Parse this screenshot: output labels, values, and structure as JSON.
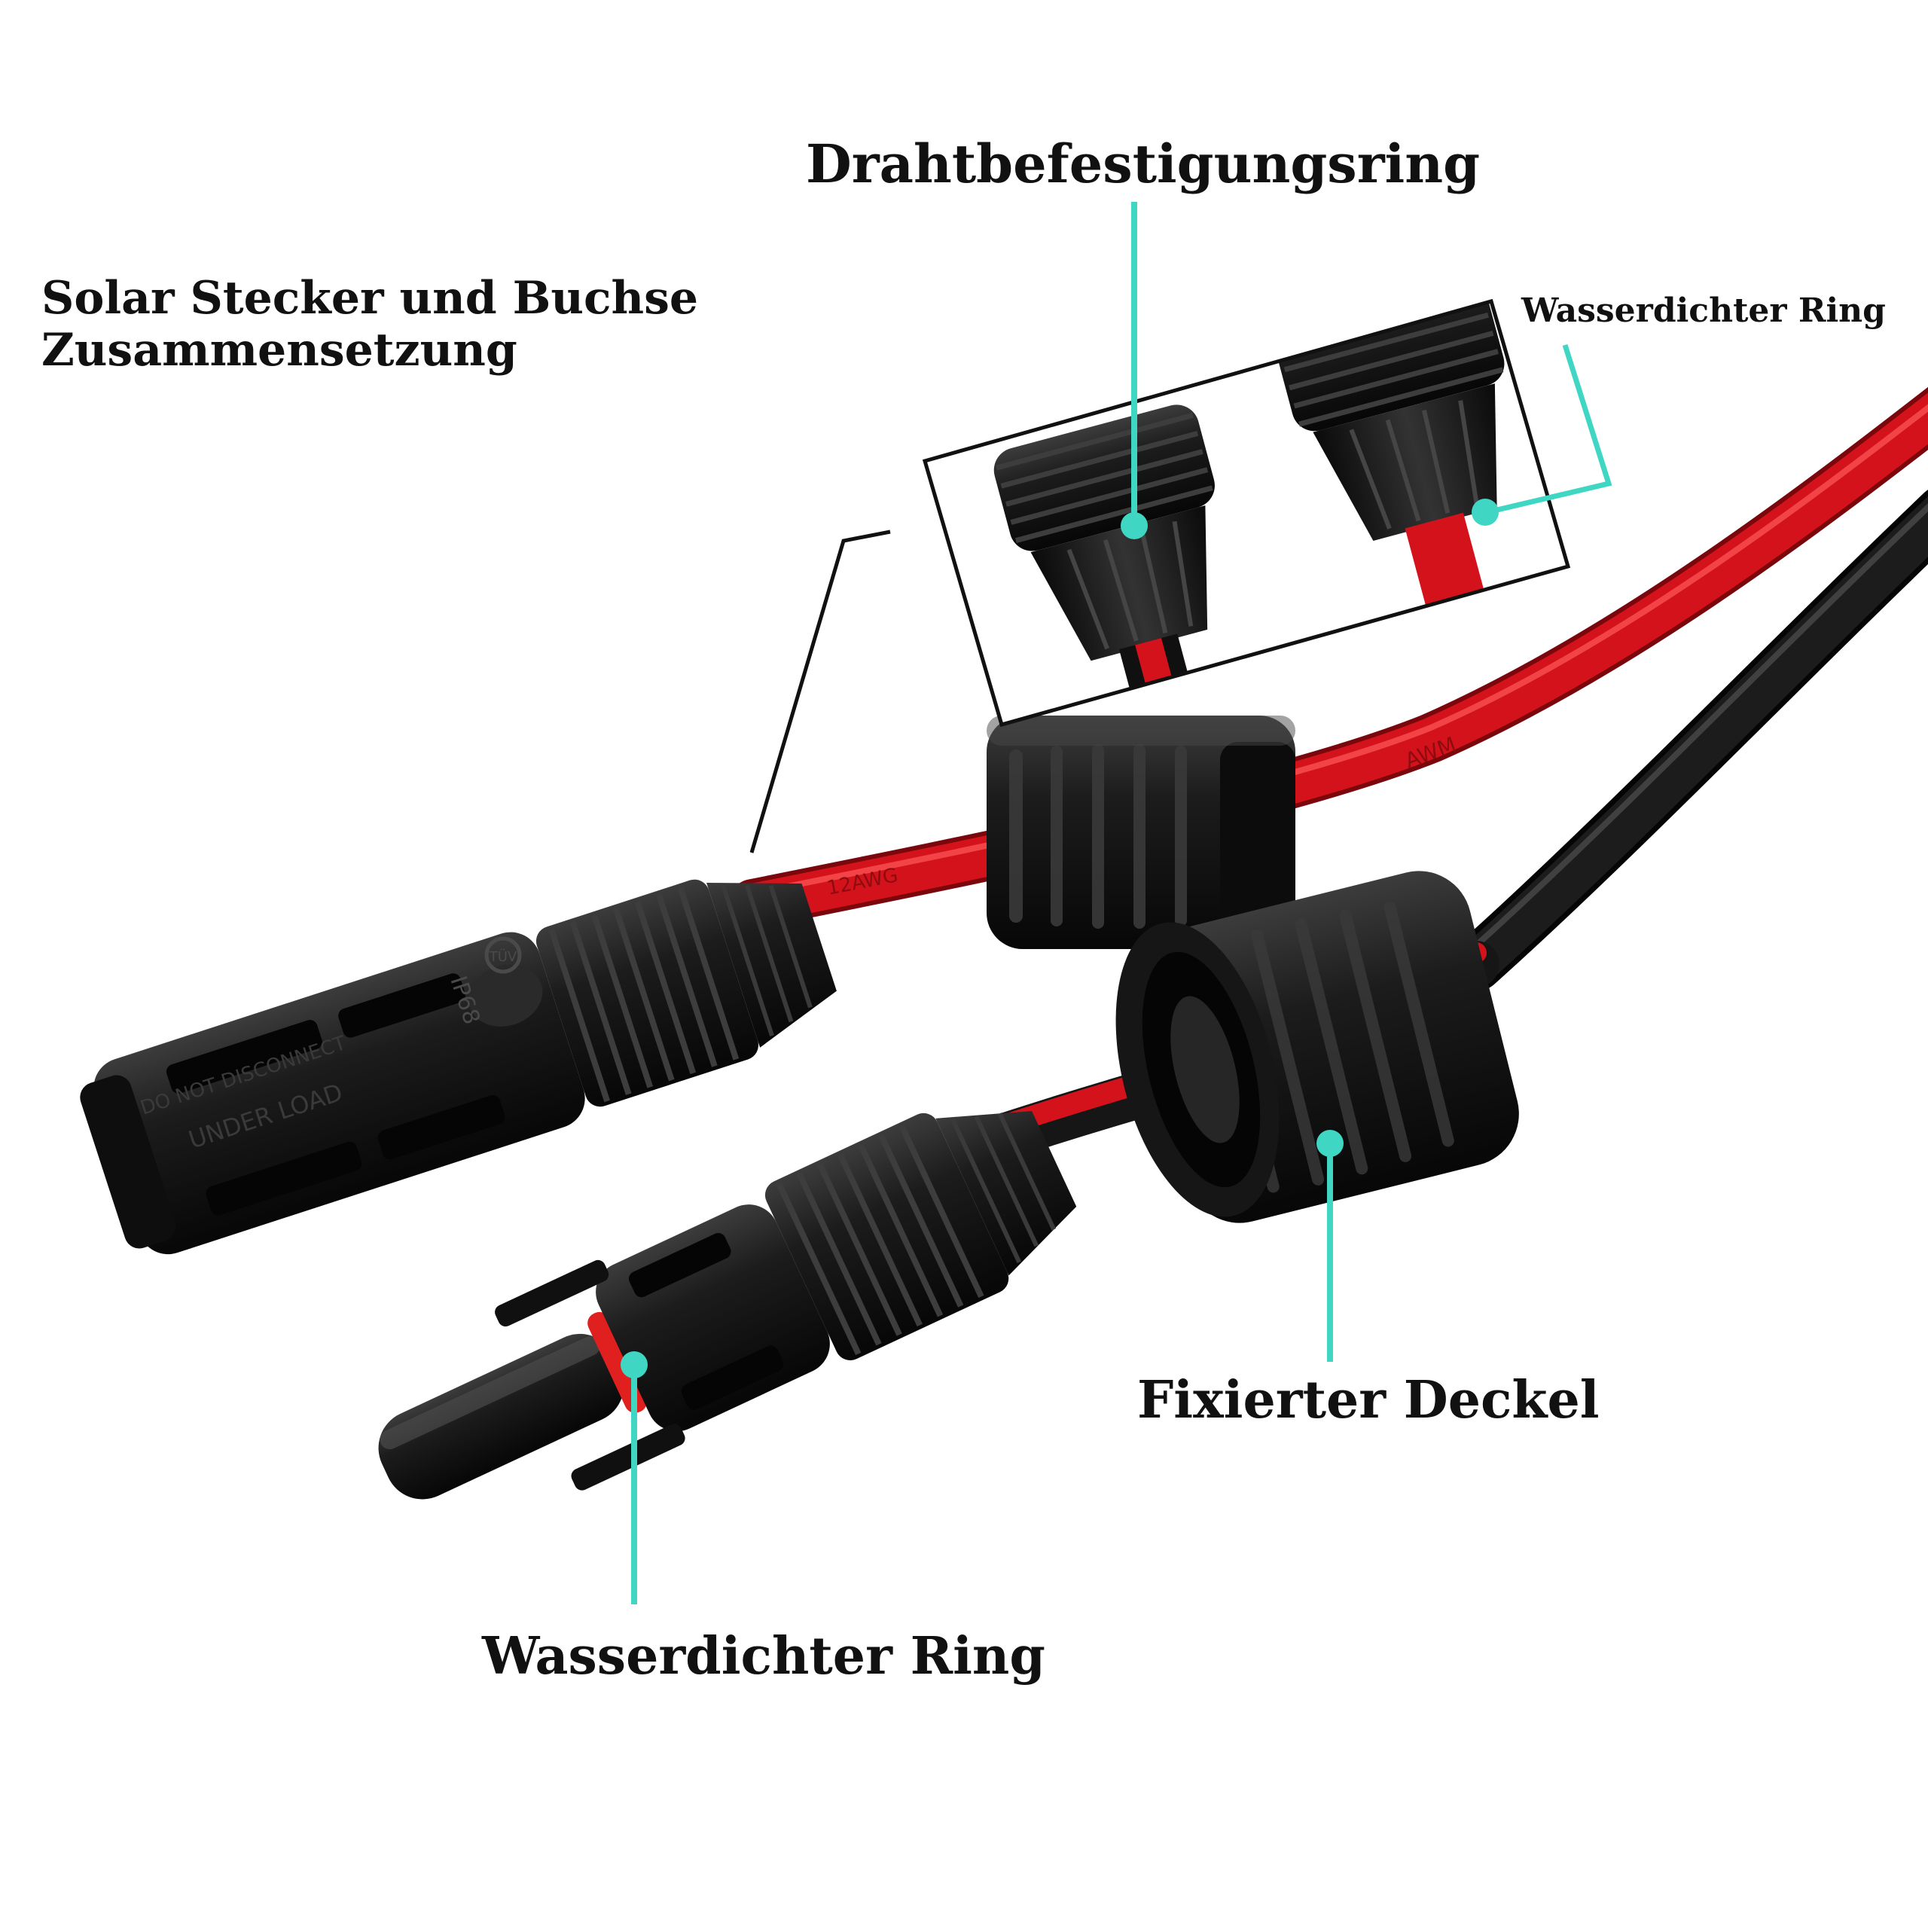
{
  "title": {
    "line1": "Solar Stecker und Buchse",
    "line2": "Zusammensetzung"
  },
  "callouts": {
    "wire_ring": "Drahtbefestigungsring",
    "waterproof_ring_top": "Wasserdichter Ring",
    "fixed_cap": "Fixierter Deckel",
    "waterproof_ring_bottom": "Wasserdichter Ring"
  },
  "printed_marks": {
    "female_housing_top": "DO NOT DISCONNECT",
    "female_housing_bottom": "UNDER LOAD",
    "rating": "IP68",
    "cable_gauge": "12AWG",
    "cable_marking": "AWM"
  },
  "colors": {
    "leader": "#3fd6c4",
    "plastic": "#141414",
    "plastic_highlight": "#3a3a3a",
    "cable_red": "#d4121b",
    "cable_red_dark": "#8e0b10",
    "cable_black": "#161616",
    "seal_ring": "#e0201e",
    "text": "#111111"
  }
}
